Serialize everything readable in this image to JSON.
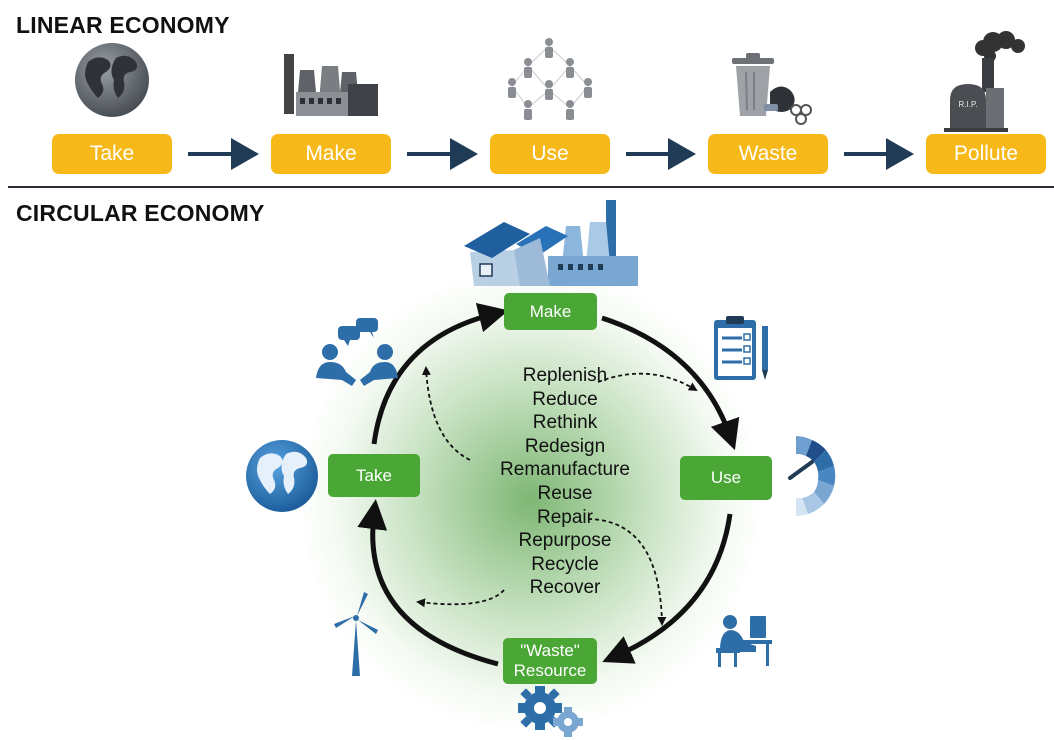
{
  "linear": {
    "title": "LINEAR ECONOMY",
    "steps": [
      "Take",
      "Make",
      "Use",
      "Waste",
      "Pollute"
    ],
    "gravestone_text": "R.I.P."
  },
  "circular": {
    "title": "CIRCULAR ECONOMY",
    "make_label": "Make",
    "use_label": "Use",
    "take_label": "Take",
    "waste_label_line1": "\"Waste\"",
    "waste_label_line2": "Resource",
    "strategies": [
      "Replenish",
      "Reduce",
      "Rethink",
      "Redesign",
      "Remanufacture",
      "Reuse",
      "Repair",
      "Repurpose",
      "Recycle",
      "Recover"
    ]
  },
  "colors": {
    "linear_step": "#f6b919",
    "circular_box": "#4aa635",
    "arrow": "#1f3b56",
    "icon_blue": "#2e6ea8"
  }
}
